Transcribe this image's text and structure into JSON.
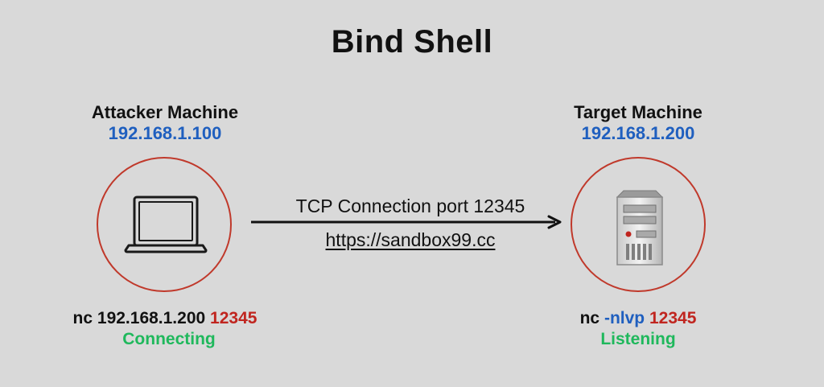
{
  "title": "Bind Shell",
  "colors": {
    "ip": "#1f5fbf",
    "port": "#c0251f",
    "flag": "#1f5fbf",
    "status": "#1fb85c",
    "circle": "#c0392b"
  },
  "attacker": {
    "label": "Attacker Machine",
    "ip": "192.168.1.100",
    "icon": "laptop-icon",
    "command_base": "nc 192.168.1.200",
    "command_port": "12345",
    "status": "Connecting"
  },
  "target": {
    "label": "Target Machine",
    "ip": "192.168.1.200",
    "icon": "server-icon",
    "command_base": "nc",
    "command_flags": "-nlvp",
    "command_port": "12345",
    "status": "Listening"
  },
  "connection": {
    "label": "TCP Connection port 12345",
    "url": "https://sandbox99.cc"
  }
}
